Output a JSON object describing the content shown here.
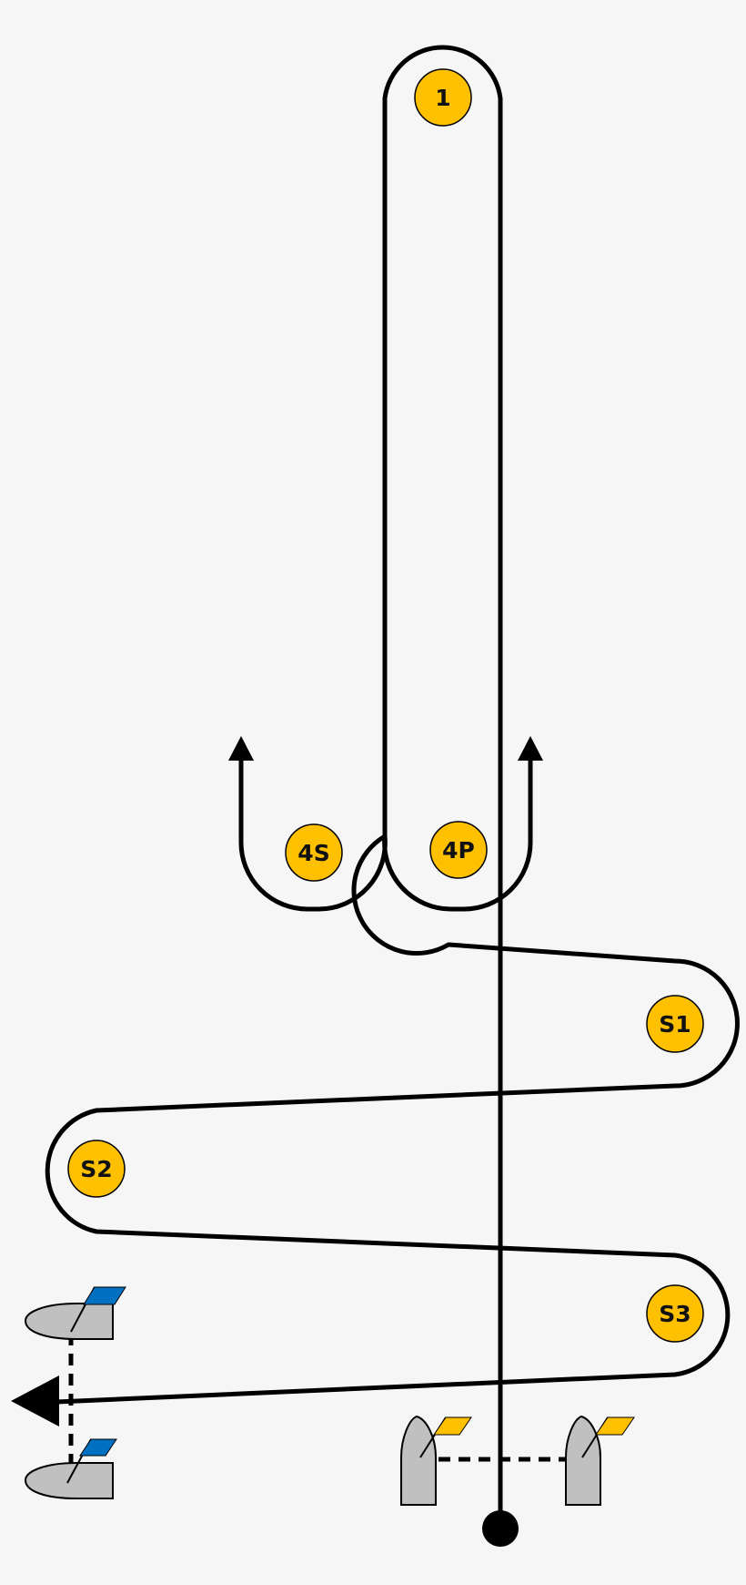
{
  "colors": {
    "background": "#f6f6f6",
    "course_line": "#000000",
    "mark_fill": "#ffc000",
    "boat_fill": "#c0c0c0",
    "flag_blue": "#0070c0",
    "flag_yellow": "#ffc000"
  },
  "marks": {
    "m1": "1",
    "m4s": "4S",
    "m4p": "4P",
    "s1": "S1",
    "s2": "S2",
    "s3": "S3"
  },
  "icons": {
    "finish_arrow": "arrow-left-icon",
    "start_dot": "circle-icon",
    "exit_arrows": "arrow-up-icon"
  }
}
